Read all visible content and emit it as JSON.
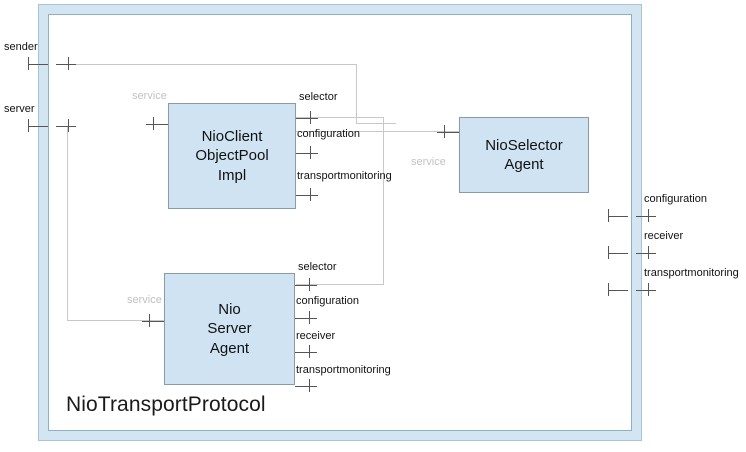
{
  "diagram": {
    "title": "NioTransportProtocol",
    "colors": {
      "component_fill": "#cfe3f2",
      "component_border": "#8a9aa6",
      "frame_band": "#d3e5f1",
      "frame_border": "#8fafc4",
      "connector": "#c8c8c8",
      "port": "#555555",
      "service_label": "#c2c2c2",
      "text": "#111111"
    }
  },
  "components": [
    {
      "id": "client",
      "label": "NioClient\nObjectPool\nImpl"
    },
    {
      "id": "selector_agent",
      "label": "NioSelector\nAgent"
    },
    {
      "id": "server",
      "label": "Nio\nServer\nAgent"
    }
  ],
  "boundary_ports": {
    "left": [
      {
        "name": "sender"
      },
      {
        "name": "server"
      }
    ],
    "right": [
      {
        "name": "configuration"
      },
      {
        "name": "receiver"
      },
      {
        "name": "transportmonitoring"
      }
    ]
  },
  "component_ports": {
    "client": [
      {
        "name": "service",
        "side": "left",
        "style": "faded"
      },
      {
        "name": "selector",
        "side": "right"
      },
      {
        "name": "configuration",
        "side": "right"
      },
      {
        "name": "transportmonitoring",
        "side": "right"
      }
    ],
    "selector_agent": [
      {
        "name": "service",
        "side": "left",
        "style": "faded"
      }
    ],
    "server": [
      {
        "name": "service",
        "side": "left",
        "style": "faded"
      },
      {
        "name": "selector",
        "side": "right"
      },
      {
        "name": "configuration",
        "side": "right"
      },
      {
        "name": "receiver",
        "side": "right"
      },
      {
        "name": "transportmonitoring",
        "side": "right"
      }
    ]
  }
}
